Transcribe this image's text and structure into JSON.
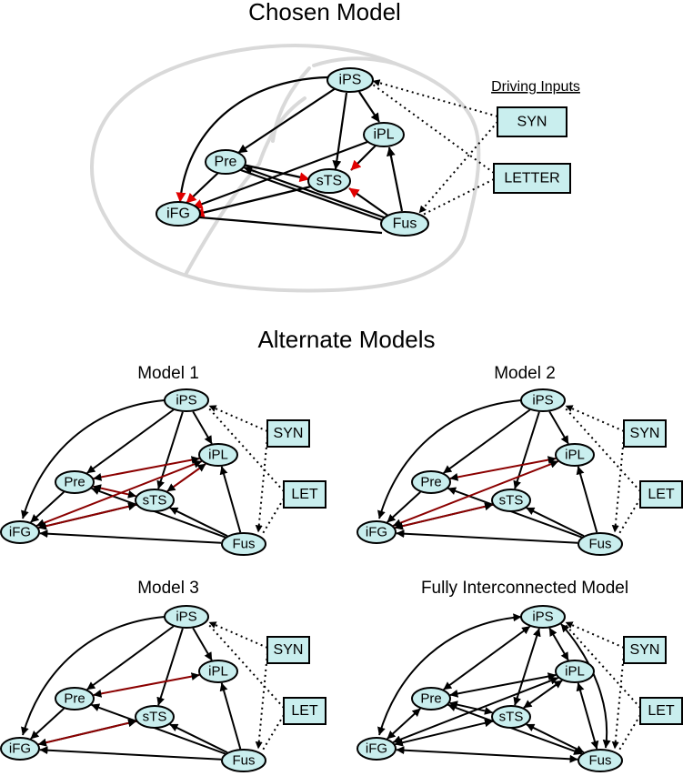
{
  "title": "Chosen Model",
  "driving_inputs_label": "Driving Inputs",
  "alternate_title": "Alternate Models",
  "nodes": [
    "iPS",
    "iPL",
    "Pre",
    "sTS",
    "iFG",
    "Fus"
  ],
  "colors": {
    "node_fill": "#c9eeee",
    "modulated_edge": "#e00000",
    "alt_modulated_edge": "#8b0000",
    "brain_outline": "#d9d9d9"
  },
  "chosen_model": {
    "inputs": [
      "SYN",
      "LETTER"
    ],
    "fixed_connections": [
      [
        "iPS",
        "iPL"
      ],
      [
        "iPS",
        "Pre"
      ],
      [
        "iPS",
        "sTS"
      ],
      [
        "iPS",
        "iFG"
      ],
      [
        "Pre",
        "iFG"
      ],
      [
        "iPL",
        "iFG"
      ],
      [
        "Pre",
        "Fus"
      ],
      [
        "Fus",
        "sTS"
      ],
      [
        "Fus",
        "iPL"
      ],
      [
        "Fus",
        "iFG"
      ],
      [
        "Fus",
        "Pre"
      ]
    ],
    "modulated_connections": [
      [
        "iPL",
        "sTS"
      ],
      [
        "Fus",
        "sTS"
      ],
      [
        "Pre",
        "sTS"
      ],
      [
        "iPS",
        "iFG"
      ],
      [
        "Pre",
        "iFG"
      ],
      [
        "iPL",
        "iFG"
      ],
      [
        "sTS",
        "iFG"
      ],
      [
        "Fus",
        "iFG"
      ]
    ],
    "driving_targets": [
      "iPS",
      "Fus"
    ]
  },
  "models": [
    {
      "title": "Model 1",
      "inputs": [
        "SYN",
        "LET"
      ]
    },
    {
      "title": "Model 2",
      "inputs": [
        "SYN",
        "LET"
      ]
    },
    {
      "title": "Model 3",
      "inputs": [
        "SYN",
        "LET"
      ]
    },
    {
      "title": "Fully Interconnected Model",
      "inputs": [
        "SYN",
        "LET"
      ]
    }
  ]
}
